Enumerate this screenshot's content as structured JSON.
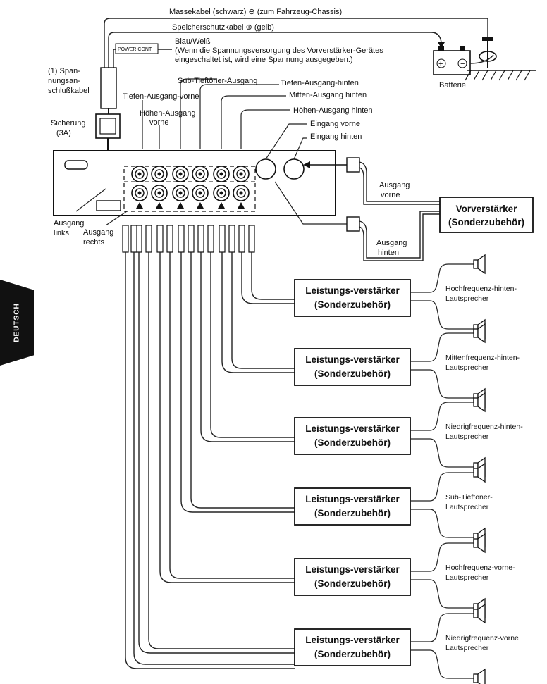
{
  "side_tab": "DEUTSCH",
  "labels": {
    "ground_cable": "Massekabel (schwarz) ⊖ (zum Fahrzeug-Chassis)",
    "memory_cable": "Speicherschutzkabel ⊕ (gelb)",
    "blue_white_1": "Blau/Weiß",
    "blue_white_2": "(Wenn die Spannungsversorgung des Vorverstärker-Gerätes",
    "blue_white_3": "eingeschaltet ist, wird eine Spannung ausgegeben.)",
    "power_cont": "POWER CONT",
    "battery": "Batterie",
    "power_cable_1": "(1) Span-",
    "power_cable_2": "nungsan-",
    "power_cable_3": "schlußkabel",
    "fuse_1": "Sicherung",
    "fuse_2": "(3A)",
    "subwoofer_out": "Sub-Tieftöner-Ausgang",
    "bass_rear": "Tiefen-Ausgang-hinten",
    "bass_front": "Tiefen-Ausgang-vorne",
    "mid_rear": "Mitten-Ausgang hinten",
    "treble_front_1": "Höhen-Ausgang",
    "treble_front_2": "vorne",
    "treble_rear": "Höhen-Ausgang hinten",
    "input_front": "Eingang vorne",
    "input_rear": "Eingang hinten",
    "out_left_1": "Ausgang",
    "out_left_2": "links",
    "out_right_1": "Ausgang",
    "out_right_2": "rechts",
    "out_front_1": "Ausgang",
    "out_front_2": "vorne",
    "out_rear_1": "Ausgang",
    "out_rear_2": "hinten",
    "preamp_1": "Vorverstärker",
    "preamp_2": "(Sonderzubehör)"
  },
  "amplifiers": [
    {
      "title": "Leistungs-verstärker",
      "subtitle": "(Sonderzubehör)",
      "speaker_1": "Hochfrequenz-hinten-",
      "speaker_2": "Lautsprecher"
    },
    {
      "title": "Leistungs-verstärker",
      "subtitle": "(Sonderzubehör)",
      "speaker_1": "Mittenfrequenz-hinten-",
      "speaker_2": "Lautsprecher"
    },
    {
      "title": "Leistungs-verstärker",
      "subtitle": "(Sonderzubehör)",
      "speaker_1": "Niedrigfrequenz-hinten-",
      "speaker_2": "Lautsprecher"
    },
    {
      "title": "Leistungs-verstärker",
      "subtitle": "(Sonderzubehör)",
      "speaker_1": "Sub-Tieftöner-",
      "speaker_2": "Lautsprecher"
    },
    {
      "title": "Leistungs-verstärker",
      "subtitle": "(Sonderzubehör)",
      "speaker_1": "Hochfrequenz-vorne-",
      "speaker_2": "Lautsprecher"
    },
    {
      "title": "Leistungs-verstärker",
      "subtitle": "(Sonderzubehör)",
      "speaker_1": "Niedrigfrequenz-vorne",
      "speaker_2": "Lautsprecher"
    }
  ]
}
